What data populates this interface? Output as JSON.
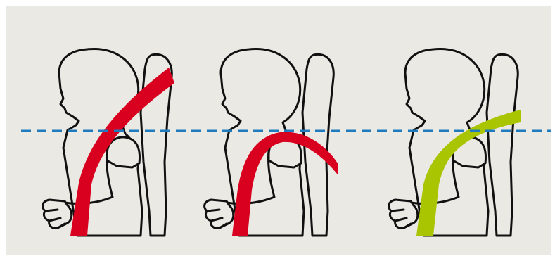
{
  "colors": {
    "panel_background": "#ebe9e3",
    "outline": "#111111",
    "figure_fill": "#ebe9e3",
    "shoulder_line": "#1f7bbd",
    "belt_incorrect": "#d9001f",
    "belt_correct": "#a9c400"
  },
  "panels": [
    {
      "id": "left",
      "belt_status": "incorrect",
      "belt_position": "across-neck"
    },
    {
      "id": "middle",
      "belt_status": "incorrect",
      "belt_position": "off-shoulder"
    },
    {
      "id": "right",
      "belt_status": "correct",
      "belt_position": "mid-shoulder"
    }
  ],
  "reference_line": {
    "style": "dashed",
    "meaning": "shoulder-height"
  }
}
